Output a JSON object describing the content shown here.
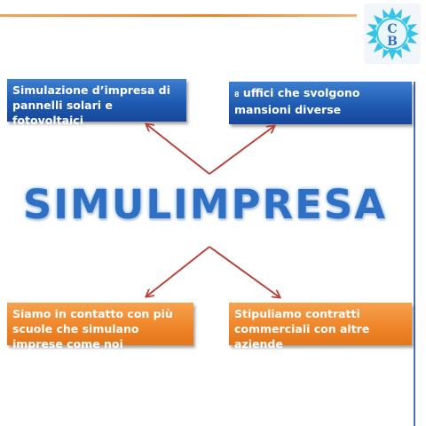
{
  "logo": {
    "letters": "C B"
  },
  "title": "SIMULIMPRESA",
  "boxes": {
    "top_left": "Simulazione  d’impresa di pannelli solari e fotovoltaici",
    "top_right_number": "8",
    "top_right_text": " uffici che svolgono mansioni diverse",
    "bottom_left": "Siamo in contatto con più scuole che simulano imprese come noi",
    "bottom_right": "Stipuliamo contratti commerciali con altre aziende"
  },
  "colors": {
    "blue_box": "#1f5bb3",
    "orange_box": "#ee8428",
    "arrow": "#b8423a",
    "title": "#2f6fc4",
    "top_rule": "#e8872a",
    "side_rule": "#4a6fb3"
  }
}
